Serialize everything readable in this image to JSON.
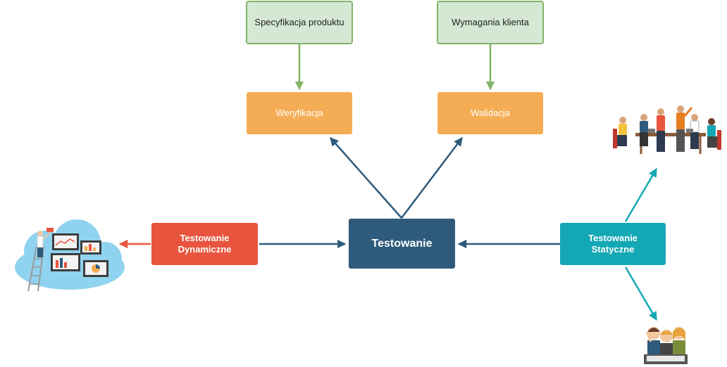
{
  "nodes": {
    "spec": "Specyfikacja produktu",
    "client": "Wymagania klienta",
    "verification": "Weryfikacja",
    "validation": "Walidacja",
    "testing": "Testowanie",
    "dynamic_line1": "Testowanie",
    "dynamic_line2": "Dynamiczne",
    "static_line1": "Testowanie",
    "static_line2": "Statyczne"
  },
  "colors": {
    "green_fill": "#d5e8d4",
    "green_stroke": "#82b366",
    "orange": "#f5ad55",
    "red": "#e8553e",
    "navy": "#2e5a7b",
    "teal": "#14a8b5"
  },
  "illustrations": {
    "cloud": "cloud-dashboards-illustration",
    "meeting": "team-meeting-illustration",
    "review": "document-review-group-illustration"
  }
}
